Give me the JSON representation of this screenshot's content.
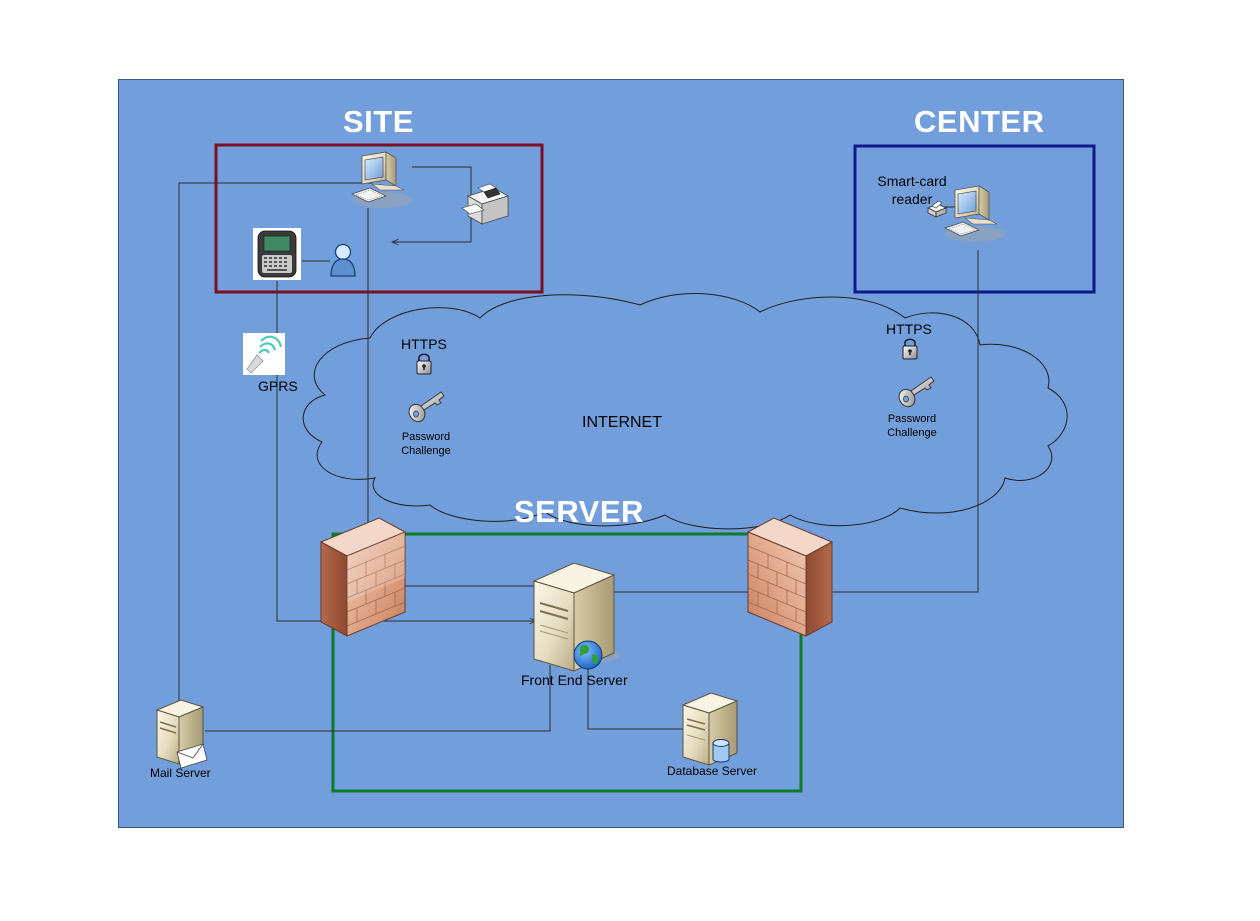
{
  "colors": {
    "background": "#729fdc",
    "site_frame": "#7b1020",
    "center_frame": "#0d1a8a",
    "server_frame": "#0f7a2a",
    "connector": "#2b2b2b"
  },
  "zones": {
    "site": "SITE",
    "center": "CENTER",
    "server": "SERVER"
  },
  "cloud": {
    "label": "INTERNET",
    "icon": "cloud-shape"
  },
  "left_link": {
    "protocol": "HTTPS",
    "auth": [
      "Password",
      "Challenge"
    ],
    "icons": [
      "padlock-icon",
      "key-icon"
    ]
  },
  "right_link": {
    "protocol": "HTTPS",
    "auth": [
      "Password",
      "Challenge"
    ],
    "icons": [
      "padlock-icon",
      "key-icon"
    ]
  },
  "site_devices": {
    "icons": [
      "workstation-icon",
      "printer-icon",
      "handheld-terminal-icon",
      "user-icon"
    ]
  },
  "gprs": {
    "label": "GPRS",
    "icon": "wireless-signal-icon"
  },
  "center_devices": {
    "reader_label": [
      "Smart-card",
      "reader"
    ],
    "icons": [
      "smart-card-reader-icon",
      "workstation-icon"
    ]
  },
  "servers": {
    "front_end": "Front End Server",
    "database": "Database Server",
    "mail": "Mail Server"
  },
  "firewalls": [
    "firewall-icon",
    "firewall-icon"
  ]
}
